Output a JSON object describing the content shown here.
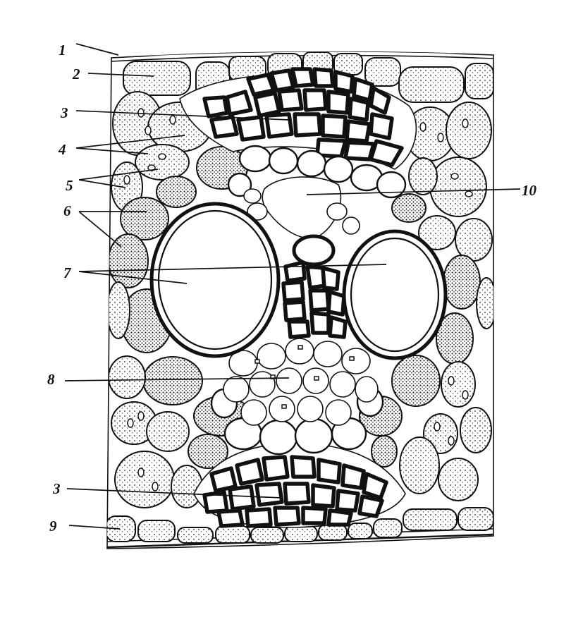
{
  "labels": [
    {
      "id": "l1",
      "text": "1"
    },
    {
      "id": "l2",
      "text": "2"
    },
    {
      "id": "l3a",
      "text": "3"
    },
    {
      "id": "l4",
      "text": "4"
    },
    {
      "id": "l5",
      "text": "5"
    },
    {
      "id": "l6",
      "text": "6"
    },
    {
      "id": "l7",
      "text": "7"
    },
    {
      "id": "l8",
      "text": "8"
    },
    {
      "id": "l3b",
      "text": "3"
    },
    {
      "id": "l9",
      "text": "9"
    },
    {
      "id": "l10",
      "text": "10"
    }
  ]
}
